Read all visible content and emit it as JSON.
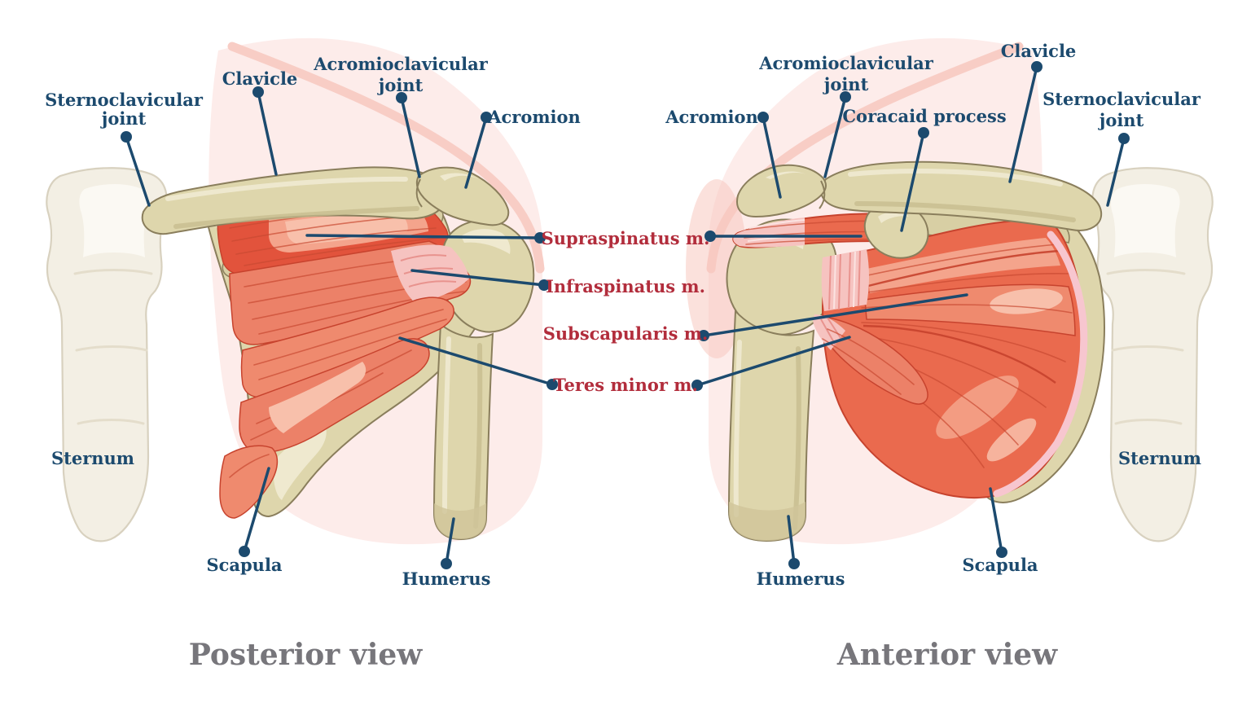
{
  "figures": {
    "posterior": {
      "title": "Posterior view",
      "labels": {
        "sternoclavicular_1": "Sternoclavicular",
        "sternoclavicular_2": "joint",
        "clavicle": "Clavicle",
        "acromioclavicular_1": "Acromioclavicular",
        "acromioclavicular_2": "joint",
        "acromion": "Acromion",
        "sternum": "Sternum",
        "scapula": "Scapula",
        "humerus": "Humerus"
      }
    },
    "anterior": {
      "title": "Anterior view",
      "labels": {
        "acromion": "Acromion",
        "acromioclavicular_1": "Acromioclavicular",
        "acromioclavicular_2": "joint",
        "coracoid": "Coracaid process",
        "clavicle": "Clavicle",
        "sternoclavicular_1": "Sternoclavicular",
        "sternoclavicular_2": "joint",
        "sternum": "Sternum",
        "scapula": "Scapula",
        "humerus": "Humerus"
      }
    }
  },
  "muscle_labels": {
    "supraspinatus": "Supraspinatus m.",
    "infraspinatus": "Infraspinatus m.",
    "subscapularis": "Subscapularis m.",
    "teres_minor": "Teres minor m."
  },
  "colors": {
    "label_navy": "#1c4a6e",
    "muscle_label_red": "#b22d3c",
    "title_gray": "#77767b",
    "bone": "#ded6ac",
    "bone_outline": "#8a7e5c",
    "sternum_ivory": "#f3efe4",
    "muscle_dark": "#e2533c",
    "muscle_mid": "#ec8168",
    "tendon_pink": "#f6c3c0",
    "silhouette_pink": "#fdecea",
    "background": "#ffffff"
  }
}
